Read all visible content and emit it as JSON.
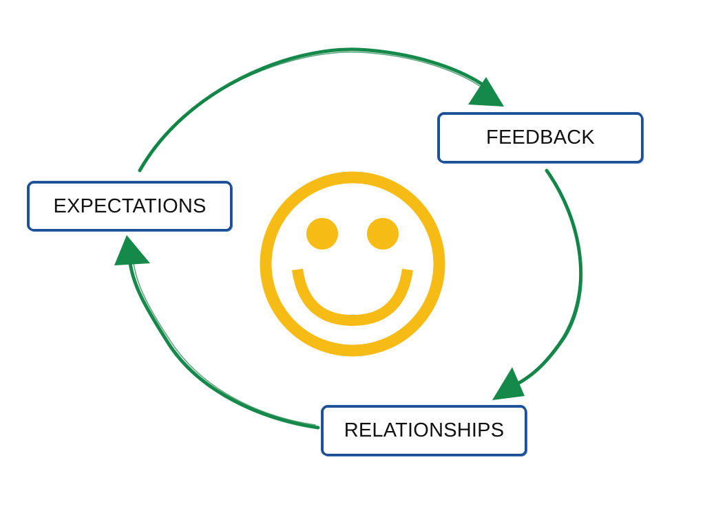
{
  "diagram": {
    "nodes": {
      "feedback": {
        "label": "FEEDBACK"
      },
      "expectations": {
        "label": "EXPECTATIONS"
      },
      "relationships": {
        "label": "RELATIONSHIPS"
      }
    },
    "edges": [
      {
        "from": "expectations",
        "to": "feedback"
      },
      {
        "from": "feedback",
        "to": "relationships"
      },
      {
        "from": "relationships",
        "to": "expectations"
      }
    ],
    "center_icon": "smiley-face-icon"
  },
  "colors": {
    "arrow": "#14894a",
    "box_border": "#1d4f95",
    "smiley": "#f7bb16",
    "text": "#111111",
    "background": "#ffffff"
  }
}
